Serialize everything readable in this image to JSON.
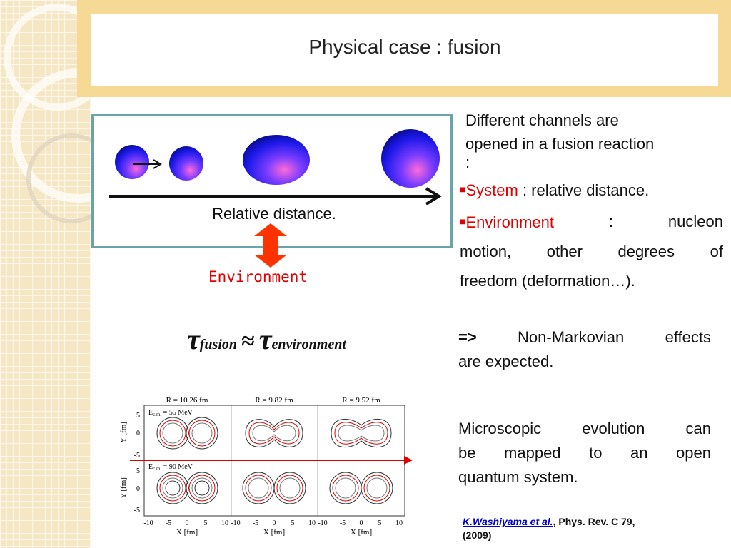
{
  "slide": {
    "title": "Physical case : fusion"
  },
  "simulation": {
    "label": "Relative distance.",
    "environment_label": "Environment"
  },
  "formula": {
    "symbol": "τ",
    "sub_left": "fusion",
    "relation": "≈",
    "sub_right": "environment"
  },
  "right": {
    "intro": [
      "Different channels are",
      "opened in a fusion reaction",
      ":"
    ],
    "system_keyword": "System",
    "system_text": " : relative distance.",
    "environment_keyword": "Environment",
    "environment_colon": ":",
    "environment_word": "nucleon",
    "environment_line2": [
      "motion,",
      "other",
      "degrees",
      "of"
    ],
    "environment_line3": "freedom (deformation…).",
    "arrow": "=>",
    "nonmarkov_line1": [
      "Non-Markovian",
      "effects"
    ],
    "nonmarkov_line2": "are expected.",
    "micro_line1": [
      "Microscopic",
      "evolution",
      "can"
    ],
    "micro_line2": [
      "be",
      "mapped",
      "to",
      "an",
      "open"
    ],
    "micro_line3": "quantum system."
  },
  "reference": {
    "author": "K.Washiyama et al.",
    "journal": ", Phys. Rev. C 79,",
    "year": "(2009)"
  },
  "figure": {
    "panels_top": [
      "R = 10.26 fm",
      "R = 9.82 fm",
      "R = 9.52 fm"
    ],
    "energy_top": "55 MeV",
    "energy_bottom": "90 MeV",
    "energy_prefix": "E",
    "energy_sub": "c.m.",
    "energy_eq": " = ",
    "ylabel": "Y [fm]",
    "xlabel": "X [fm]",
    "yticks": [
      "5",
      "0",
      "-5"
    ],
    "xticks": [
      "-10",
      "-5",
      "0",
      "5",
      "10"
    ]
  },
  "colors": {
    "accent_red": "#e00000",
    "frame": "#6aa3a8",
    "band": "#f6d995",
    "link": "#0000cc"
  }
}
